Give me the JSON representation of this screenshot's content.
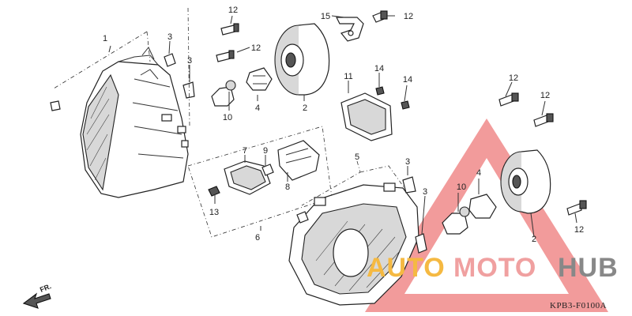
{
  "diagram": {
    "document_code": "KPB3-F0100A",
    "direction_label": "FR.",
    "callouts": [
      {
        "id": "c1",
        "number": "1"
      },
      {
        "id": "c2a",
        "number": "2"
      },
      {
        "id": "c2b",
        "number": "2"
      },
      {
        "id": "c3a",
        "number": "3"
      },
      {
        "id": "c3b",
        "number": "3"
      },
      {
        "id": "c3c",
        "number": "3"
      },
      {
        "id": "c3d",
        "number": "3"
      },
      {
        "id": "c4a",
        "number": "4"
      },
      {
        "id": "c4b",
        "number": "4"
      },
      {
        "id": "c5",
        "number": "5"
      },
      {
        "id": "c6",
        "number": "6"
      },
      {
        "id": "c7",
        "number": "7"
      },
      {
        "id": "c8",
        "number": "8"
      },
      {
        "id": "c9",
        "number": "9"
      },
      {
        "id": "c10a",
        "number": "10"
      },
      {
        "id": "c10b",
        "number": "10"
      },
      {
        "id": "c11",
        "number": "11"
      },
      {
        "id": "c12a",
        "number": "12"
      },
      {
        "id": "c12b",
        "number": "12"
      },
      {
        "id": "c12c",
        "number": "12"
      },
      {
        "id": "c12d",
        "number": "12"
      },
      {
        "id": "c12e",
        "number": "12"
      },
      {
        "id": "c12f",
        "number": "12"
      },
      {
        "id": "c13",
        "number": "13"
      },
      {
        "id": "c14a",
        "number": "14"
      },
      {
        "id": "c14b",
        "number": "14"
      },
      {
        "id": "c15",
        "number": "15"
      }
    ]
  },
  "watermark": {
    "text_part1": "AUTO",
    "text_part2": "MOTO",
    "text_part3": "HUB",
    "colors": {
      "triangle": "#f08a8a",
      "auto": "#f5b942",
      "moto": "#f0a0a0",
      "hub": "#888888"
    }
  }
}
